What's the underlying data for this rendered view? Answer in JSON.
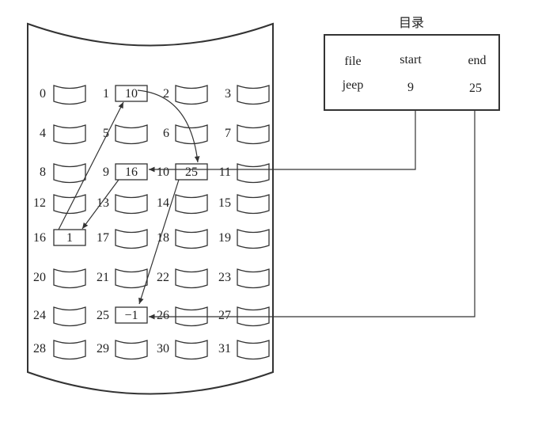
{
  "directory": {
    "title": "目录",
    "headers": [
      "file",
      "start",
      "end"
    ],
    "row": [
      "jeep",
      "9",
      "25"
    ]
  },
  "disk": {
    "blocks": [
      {
        "n": "0",
        "v": ""
      },
      {
        "n": "1",
        "v": "10"
      },
      {
        "n": "2",
        "v": ""
      },
      {
        "n": "3",
        "v": ""
      },
      {
        "n": "4",
        "v": ""
      },
      {
        "n": "5",
        "v": ""
      },
      {
        "n": "6",
        "v": ""
      },
      {
        "n": "7",
        "v": ""
      },
      {
        "n": "8",
        "v": ""
      },
      {
        "n": "9",
        "v": "16"
      },
      {
        "n": "10",
        "v": "25"
      },
      {
        "n": "11",
        "v": ""
      },
      {
        "n": "12",
        "v": ""
      },
      {
        "n": "13",
        "v": ""
      },
      {
        "n": "14",
        "v": ""
      },
      {
        "n": "15",
        "v": ""
      },
      {
        "n": "16",
        "v": "1"
      },
      {
        "n": "17",
        "v": ""
      },
      {
        "n": "18",
        "v": ""
      },
      {
        "n": "19",
        "v": ""
      },
      {
        "n": "20",
        "v": ""
      },
      {
        "n": "21",
        "v": ""
      },
      {
        "n": "22",
        "v": ""
      },
      {
        "n": "23",
        "v": ""
      },
      {
        "n": "24",
        "v": ""
      },
      {
        "n": "25",
        "v": "−1"
      },
      {
        "n": "26",
        "v": ""
      },
      {
        "n": "27",
        "v": ""
      },
      {
        "n": "28",
        "v": ""
      },
      {
        "n": "29",
        "v": ""
      },
      {
        "n": "30",
        "v": ""
      },
      {
        "n": "31",
        "v": ""
      }
    ],
    "chain": [
      "9",
      "16",
      "1",
      "10",
      "25"
    ]
  }
}
